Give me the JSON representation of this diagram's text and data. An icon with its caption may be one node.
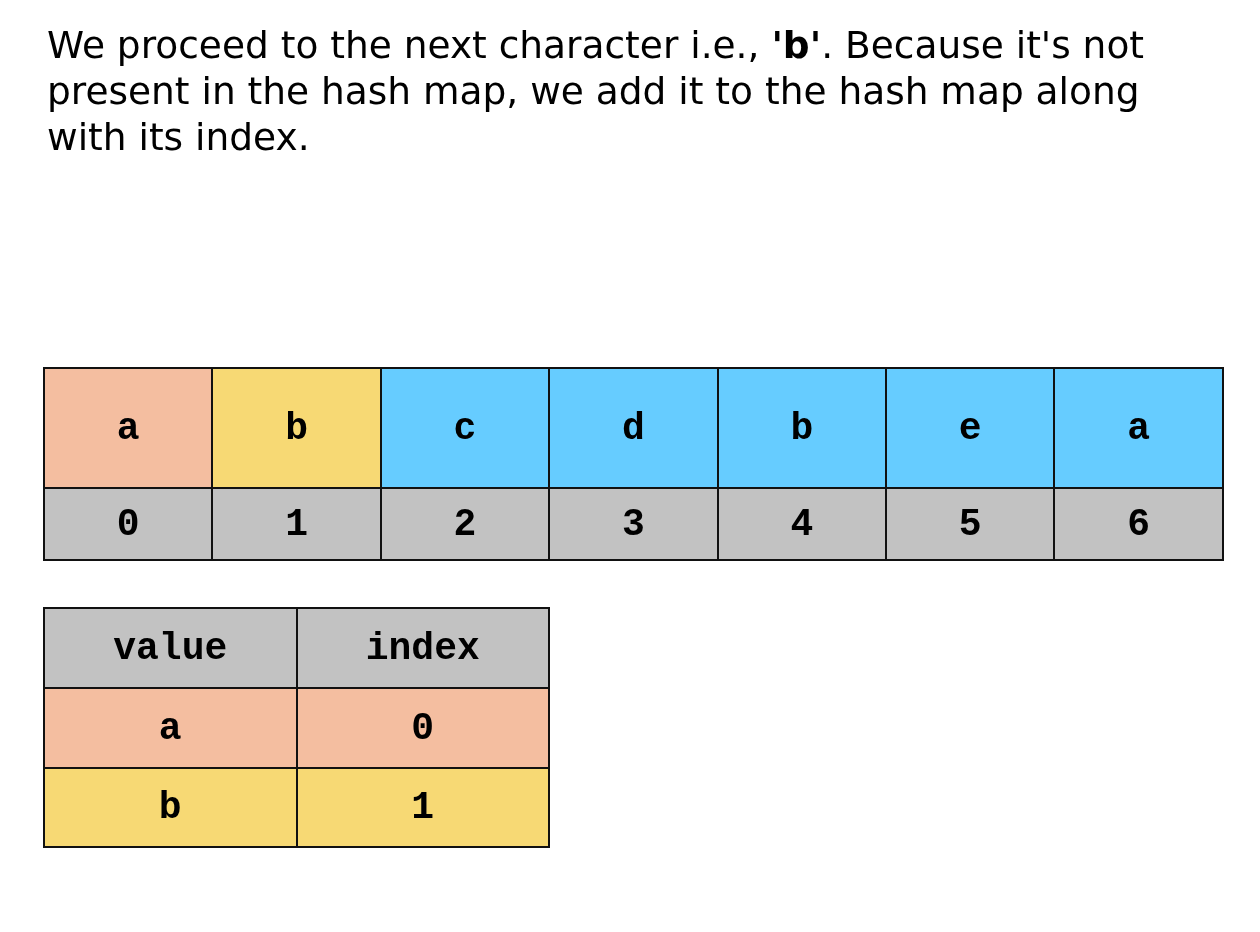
{
  "diagram": {
    "title": "We proceed to the next character i.e., **'b'**. Because it's not present in the hash map, we add it to the hash map along with its index.",
    "labels": [
      "a",
      "b",
      "c",
      "d",
      "b",
      "e",
      "a",
      "0",
      "1",
      "2",
      "3",
      "4",
      "5",
      "6",
      "value",
      "index",
      "a",
      "0",
      "b",
      "1"
    ]
  }
}
